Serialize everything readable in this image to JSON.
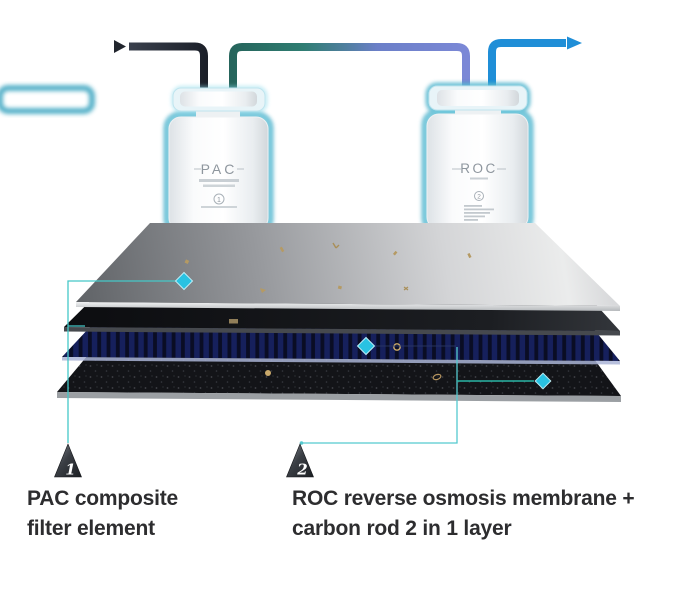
{
  "diagram": {
    "bottles": {
      "pac": {
        "label": "PAC",
        "badge": "1"
      },
      "roc": {
        "label": "ROC",
        "badge": "2"
      }
    },
    "callouts": {
      "one": {
        "number": "1",
        "line1": "PAC composite",
        "line2": "filter element"
      },
      "two": {
        "number": "2",
        "line1": "ROC reverse osmosis membrane +",
        "line2": "carbon rod 2 in 1 layer"
      }
    },
    "colors": {
      "annotation_line": "#45c8c8",
      "diamond": "#29c2e2",
      "inlet_pipe": "#262b36",
      "transfer_pipe_start": "#26655c",
      "transfer_pipe_end": "#7b88d6",
      "outlet_pipe": "#1f8ed7",
      "membrane_blue": "#3d55c5",
      "bottle_glow": "#35a9c6"
    }
  }
}
